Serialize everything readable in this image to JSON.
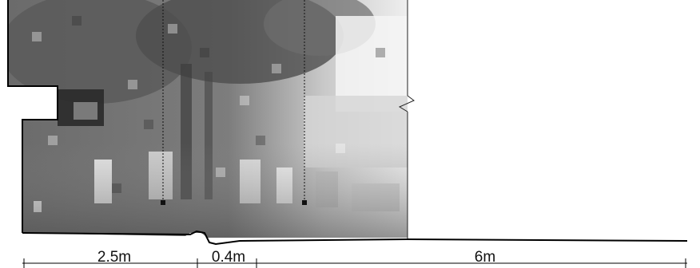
{
  "section": {
    "photo_tone_dark": "#5f5f5f",
    "photo_tone_light": "#e8e8e8",
    "outline_color": "#000000",
    "background": "#ffffff"
  },
  "dimensions": {
    "segments": [
      {
        "label": "2.5m"
      },
      {
        "label": "0.4m"
      },
      {
        "label": "6m"
      }
    ]
  }
}
